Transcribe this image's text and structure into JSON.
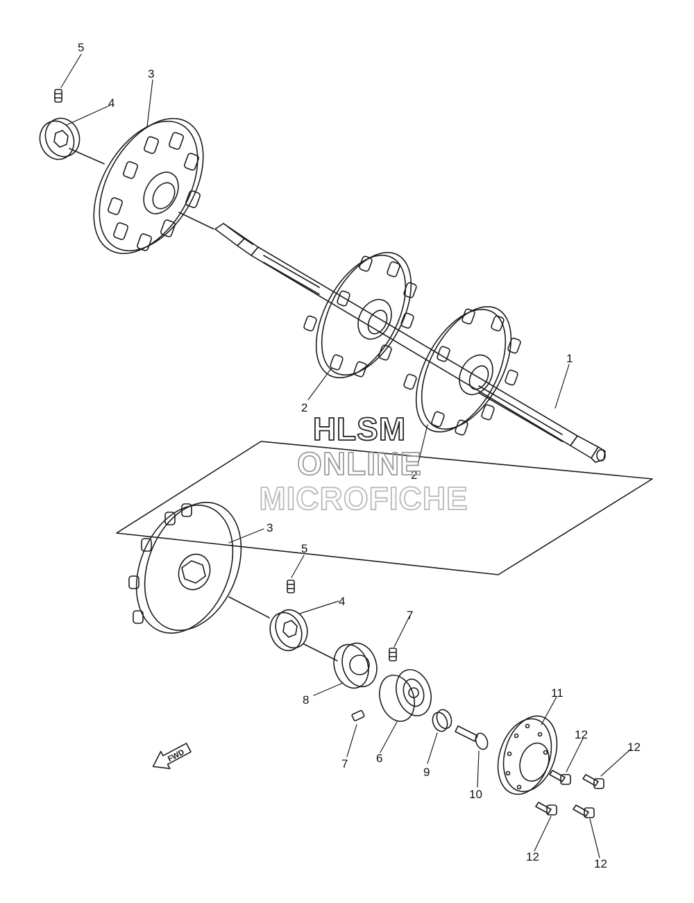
{
  "watermark": {
    "line1": "HLSM",
    "line2": "ONLINE",
    "line3": "MICROFICHE",
    "line1_color": "#222222",
    "line2_color": "#9a9a9a",
    "line3_color": "#b8b8b8"
  },
  "direction_badge": {
    "label": "FWD",
    "icon": "arrow-forward-icon"
  },
  "callouts": {
    "c5_top": "5",
    "c3_top": "3",
    "c4_top": "4",
    "c1": "1",
    "c2_left": "2",
    "c2_right": "2",
    "c3_bottom": "3",
    "c5_bottom": "5",
    "c4_bottom": "4",
    "c7_top": "7",
    "c8": "8",
    "c7_bottom": "7",
    "c6": "6",
    "c9": "9",
    "c10": "10",
    "c11": "11",
    "c12_a": "12",
    "c12_b": "12",
    "c12_c": "12",
    "c12_d": "12"
  },
  "line_color": "#1a1a1a"
}
